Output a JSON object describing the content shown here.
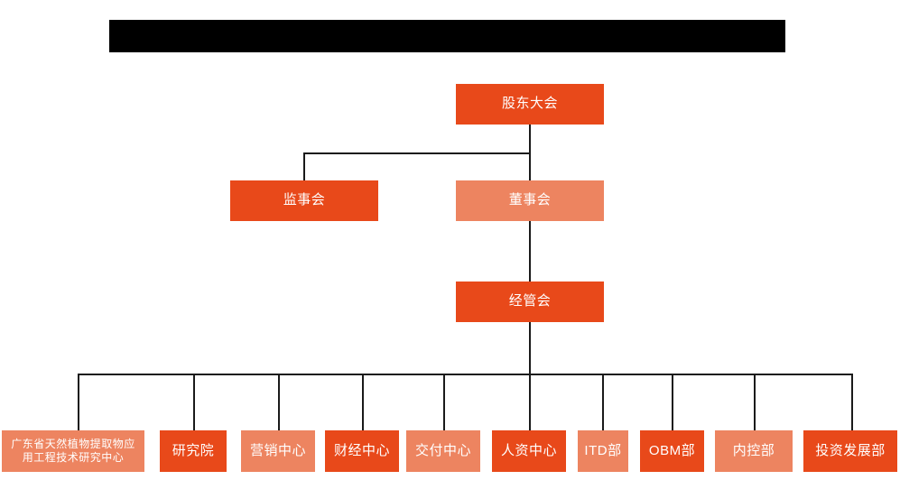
{
  "diagram": {
    "type": "org-chart",
    "title_bar": {
      "name": "redacted-title-bar",
      "state": "redacted",
      "color": "#000000"
    },
    "colors": {
      "background": "#ffffff",
      "node_dark": "#E8491A",
      "node_light": "#ED8460",
      "node_text": "#ffffff",
      "connector": "#1a1a1a"
    },
    "levels": [
      {
        "level": 1,
        "nodes": [
          {
            "id": "shareholders",
            "label": "股东大会",
            "tone": "dark"
          }
        ]
      },
      {
        "level": 2,
        "nodes": [
          {
            "id": "supervisors",
            "label": "监事会",
            "tone": "dark"
          },
          {
            "id": "directors",
            "label": "董事会",
            "tone": "light"
          }
        ]
      },
      {
        "level": 3,
        "nodes": [
          {
            "id": "management",
            "label": "经管会",
            "tone": "dark"
          }
        ]
      },
      {
        "level": 4,
        "nodes": [
          {
            "id": "research-center",
            "label": "广东省天然植物提取物应\n用工程技术研究中心",
            "tone": "light"
          },
          {
            "id": "institute",
            "label": "研究院",
            "tone": "dark"
          },
          {
            "id": "marketing",
            "label": "营销中心",
            "tone": "light"
          },
          {
            "id": "finance",
            "label": "财经中心",
            "tone": "dark"
          },
          {
            "id": "delivery",
            "label": "交付中心",
            "tone": "light"
          },
          {
            "id": "hr",
            "label": "人资中心",
            "tone": "dark"
          },
          {
            "id": "itd",
            "label": "ITD部",
            "tone": "light"
          },
          {
            "id": "obm",
            "label": "OBM部",
            "tone": "dark"
          },
          {
            "id": "internal-control",
            "label": "内控部",
            "tone": "light"
          },
          {
            "id": "investment",
            "label": "投资发展部",
            "tone": "dark"
          }
        ]
      }
    ]
  }
}
